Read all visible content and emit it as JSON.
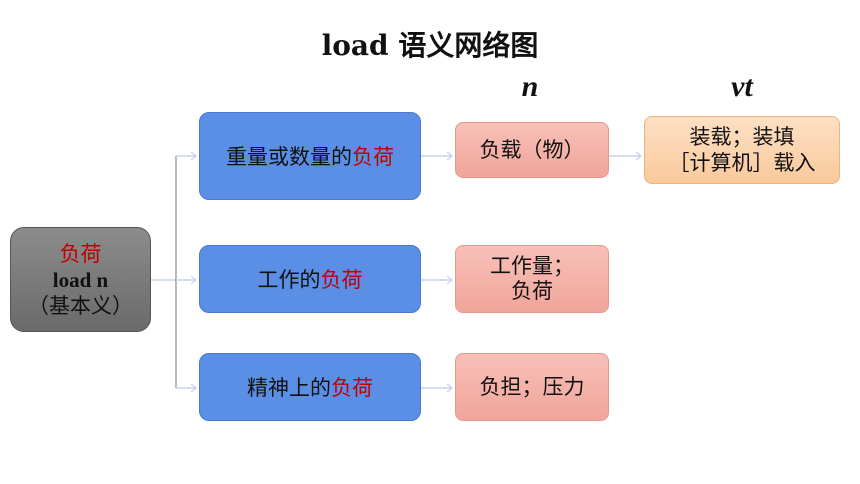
{
  "title": "load 语义网络图",
  "column_headers": {
    "noun": "n",
    "verb": "vt"
  },
  "root": {
    "word": "负荷",
    "term": "load n",
    "note": "（基本义）"
  },
  "meanings": [
    {
      "prefix": "重量或数量的",
      "highlight": "负荷",
      "noun_sense": [
        "负载（物）"
      ]
    },
    {
      "prefix": "工作的",
      "highlight": "负荷",
      "noun_sense": [
        "工作量；",
        "负荷"
      ]
    },
    {
      "prefix": "精神上的",
      "highlight": "负荷",
      "noun_sense": [
        "负担；压力"
      ]
    }
  ],
  "verb_sense": [
    "装载；装填",
    "［计算机］载入"
  ],
  "colors": {
    "highlight": "#c00000",
    "blue_box": "#5b8fe6",
    "pink_box": "#f4b3aa",
    "orange_box": "#fbd5b0",
    "root_box": "#7a7a7a"
  }
}
